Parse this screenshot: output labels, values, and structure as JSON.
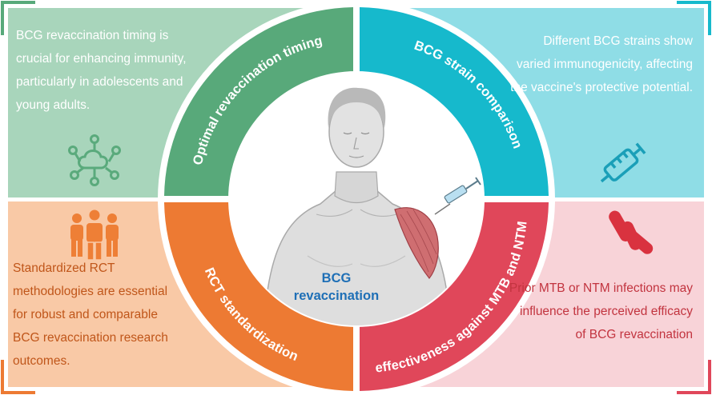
{
  "colors": {
    "green_quadrant": "#a8d5bb",
    "cyan_quadrant": "#8fdde6",
    "orange_quadrant": "#f9c9a6",
    "pink_quadrant": "#f8d3d8",
    "green_ring": "#58a97a",
    "cyan_ring": "#16b9cc",
    "orange_ring": "#ed7a33",
    "red_ring": "#e0475a",
    "center_label": "#1e6fb6"
  },
  "quadrants": {
    "top_left": {
      "text": "BCG revaccination timing is crucial for enhancing immunity, particularly in adolescents and young adults.",
      "icon": "cloud-network-icon"
    },
    "top_right": {
      "text": "Different BCG strains show varied immunogenicity, affecting the vaccine's protective potential.",
      "icon": "syringe-icon"
    },
    "bottom_left": {
      "text": "Standardized RCT methodologies are essential for robust and comparable BCG revaccination research outcomes.",
      "icon": "people-group-icon"
    },
    "bottom_right": {
      "text": "Prior MTB or NTM infections may influence the perceived efficacy of BCG revaccination",
      "icon": "bacteria-icon"
    }
  },
  "ring_labels": {
    "top_left": "Optimal revaccination timing",
    "top_right": "BCG strain comparison",
    "bottom_left": "RCT standardization",
    "bottom_right": "effectiveness against MTB and NTM"
  },
  "center": {
    "line1": "BCG",
    "line2": "revaccination",
    "illustration": "person-receiving-shoulder-injection"
  }
}
